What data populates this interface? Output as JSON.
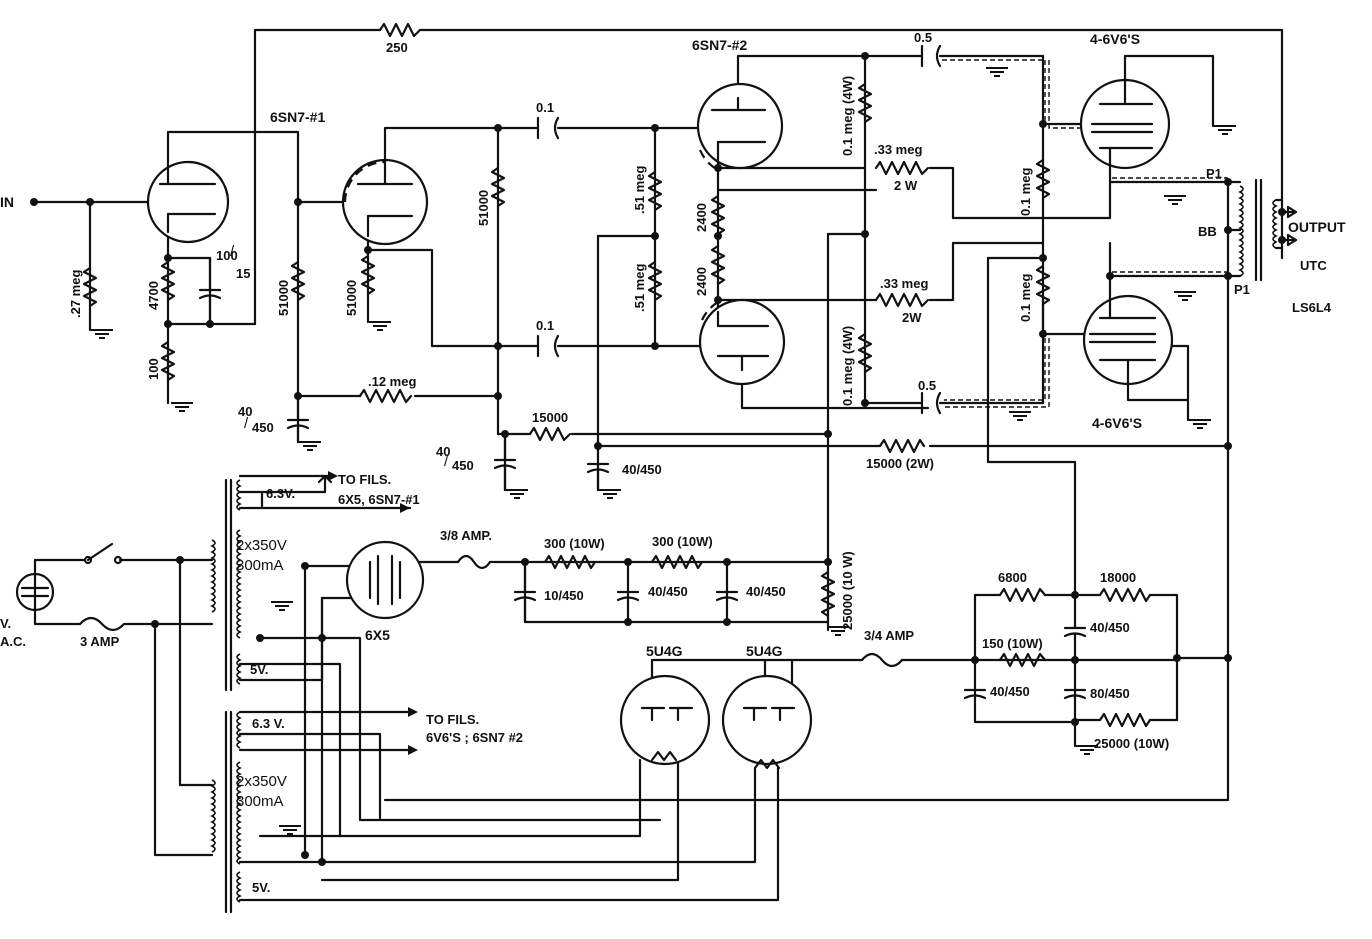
{
  "labels": {
    "input": "IN",
    "tube_6sn7_1": "6SN7-#1",
    "tube_6sn7_2": "6SN7-#2",
    "tube_6v6_top": "4-6V6'S",
    "tube_6v6_bottom": "4-6V6'S",
    "tube_6x5": "6X5",
    "tube_5u4g_1": "5U4G",
    "tube_5u4g_2": "5U4G",
    "output": "OUTPUT",
    "transformer_out_1": "UTC",
    "transformer_out_2": "LS6L4",
    "tap_p1_top": "P1",
    "tap_bb": "BB",
    "tap_p1_bottom": "P1",
    "r_250": "250",
    "r_27meg": ".27 meg",
    "r_4700": "4700",
    "r_100": "100",
    "c_100_15_a": "100",
    "c_100_15_b": "15",
    "r_51000_a": "51000",
    "r_51000_b": "51000",
    "r_51000_c": "51000",
    "c_01_top": "0.1",
    "c_01_bottom": "0.1",
    "r_51meg_a": ".51 meg",
    "r_51meg_b": ".51 meg",
    "r_2400_a": "2400",
    "r_2400_b": "2400",
    "r_01meg4w_a": "0.1 meg (4W)",
    "r_01meg4w_b": "0.1 meg (4W)",
    "c_05_top": "0.5",
    "c_05_bottom": "0.5",
    "r_33meg_a": ".33 meg",
    "r_33meg_a_w": "2 W",
    "r_33meg_b": ".33 meg",
    "r_33meg_b_w": "2W",
    "r_01meg_a": "0.1 meg",
    "r_01meg_b": "0.1 meg",
    "c_40_450_a_1": "40",
    "c_40_450_a_2": "450",
    "r_12meg": ".12 meg",
    "r_15000": "15000",
    "c_40_450_b_1": "40",
    "c_40_450_b_2": "450",
    "c_40_450_c": "40/450",
    "r_15000_2w": "15000 (2W)",
    "fils_1_a": "TO FILS.",
    "fils_1_b": "6X5, 6SN7-#1",
    "v63_a": "6.3V.",
    "hv_a_1": "2x350V",
    "hv_a_2": "300mA",
    "v5_a": "5V.",
    "fuse_38": "3/8 AMP.",
    "r_300_a": "300 (10W)",
    "r_300_b": "300 (10W)",
    "c_10_450": "10/450",
    "c_40_450_d": "40/450",
    "c_40_450_e": "40/450",
    "r_25000_10w": "25000 (10 W)",
    "ac_a": "V.",
    "ac_b": "A.C.",
    "fuse_3": "3 AMP",
    "fils_2_a": "TO FILS.",
    "fils_2_b": "6V6'S ; 6SN7 #2",
    "v63_b": "6.3 V.",
    "hv_b_1": "2x350V",
    "hv_b_2": "300mA",
    "v5_b": "5V.",
    "fuse_34": "3/4 AMP",
    "r_6800": "6800",
    "r_18000": "18000",
    "r_150": "150 (10W)",
    "c_40_450_f": "40/450",
    "c_40_450_g": "40/450",
    "c_80_450": "80/450",
    "r_25000_b": "25000 (10W)"
  }
}
